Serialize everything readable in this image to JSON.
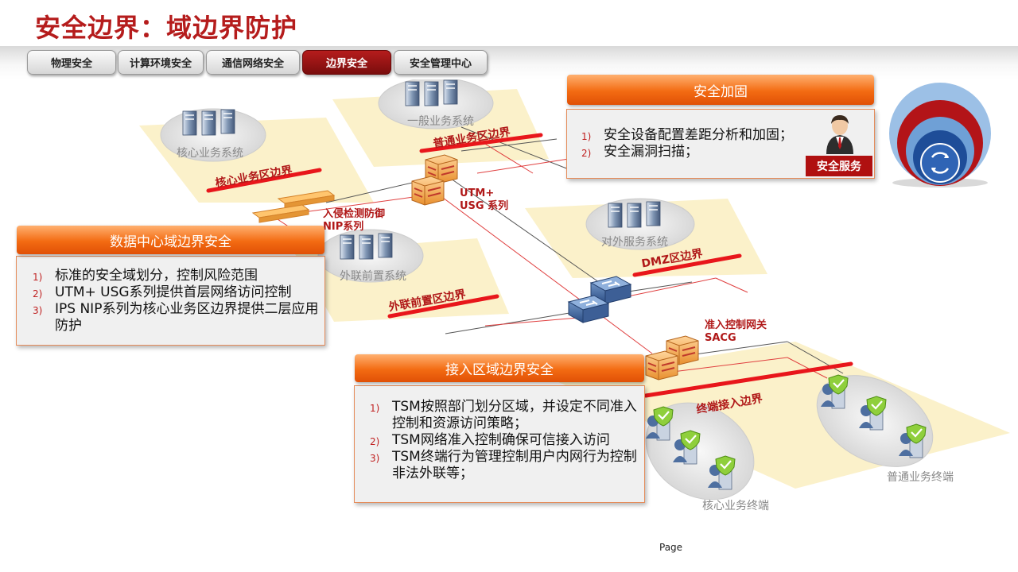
{
  "title": "安全边界：域边界防护",
  "tabs": [
    {
      "label": "物理安全",
      "active": false
    },
    {
      "label": "计算环境安全",
      "active": false
    },
    {
      "label": "通信网络安全",
      "active": false
    },
    {
      "label": "边界安全",
      "active": true
    },
    {
      "label": "安全管理中心",
      "active": false
    }
  ],
  "zones": {
    "core_system": "核心业务系统",
    "core_border": "核心业务区边界",
    "general_system": "一般业务系统",
    "general_border": "普通业务区边界",
    "external_system": "对外服务系统",
    "dmz_border": "DMZ区边界",
    "frontend_system": "外联前置系统",
    "frontend_border": "外联前置区边界",
    "terminal_border": "终端接入边界",
    "core_terminal": "核心业务终端",
    "general_terminal": "普通业务终端"
  },
  "devices": {
    "utm_line1": "UTM+",
    "utm_line2": "USG 系列",
    "nip_line1": "入侵检测防御",
    "nip_line2": "NIP系列",
    "sacg_line1": "准入控制网关",
    "sacg_line2": "SACG"
  },
  "panels": {
    "hardening": {
      "title": "安全加固",
      "items": [
        {
          "num": "1)",
          "text": "安全设备配置差距分析和加固；"
        },
        {
          "num": "2)",
          "text": "安全漏洞扫描；"
        }
      ],
      "badge": "安全服务"
    },
    "datacenter": {
      "title": "数据中心域边界安全",
      "items": [
        {
          "num": "1)",
          "text": "标准的安全域划分，控制风险范围"
        },
        {
          "num": "2)",
          "text": "UTM+ USG系列提供首层网络访问控制"
        },
        {
          "num": "3)",
          "text": "IPS NIP系列为核心业务区边界提供二层应用防护"
        }
      ]
    },
    "access": {
      "title": "接入区域边界安全",
      "items": [
        {
          "num": "1)",
          "text": "TSM按照部门划分区域，并设定不同准入控制和资源访问策略；"
        },
        {
          "num": "2)",
          "text": "TSM网络准入控制确保可信接入访问"
        },
        {
          "num": "3)",
          "text": "TSM终端行为管理控制用户内网行为控制非法外联等；"
        }
      ]
    }
  },
  "footer": {
    "page": "Page"
  },
  "colors": {
    "accent_red": "#b51c1c",
    "border_red": "#e8161b",
    "panel_orange": "#f36b12",
    "zone_fill": "#fbf0c4"
  }
}
